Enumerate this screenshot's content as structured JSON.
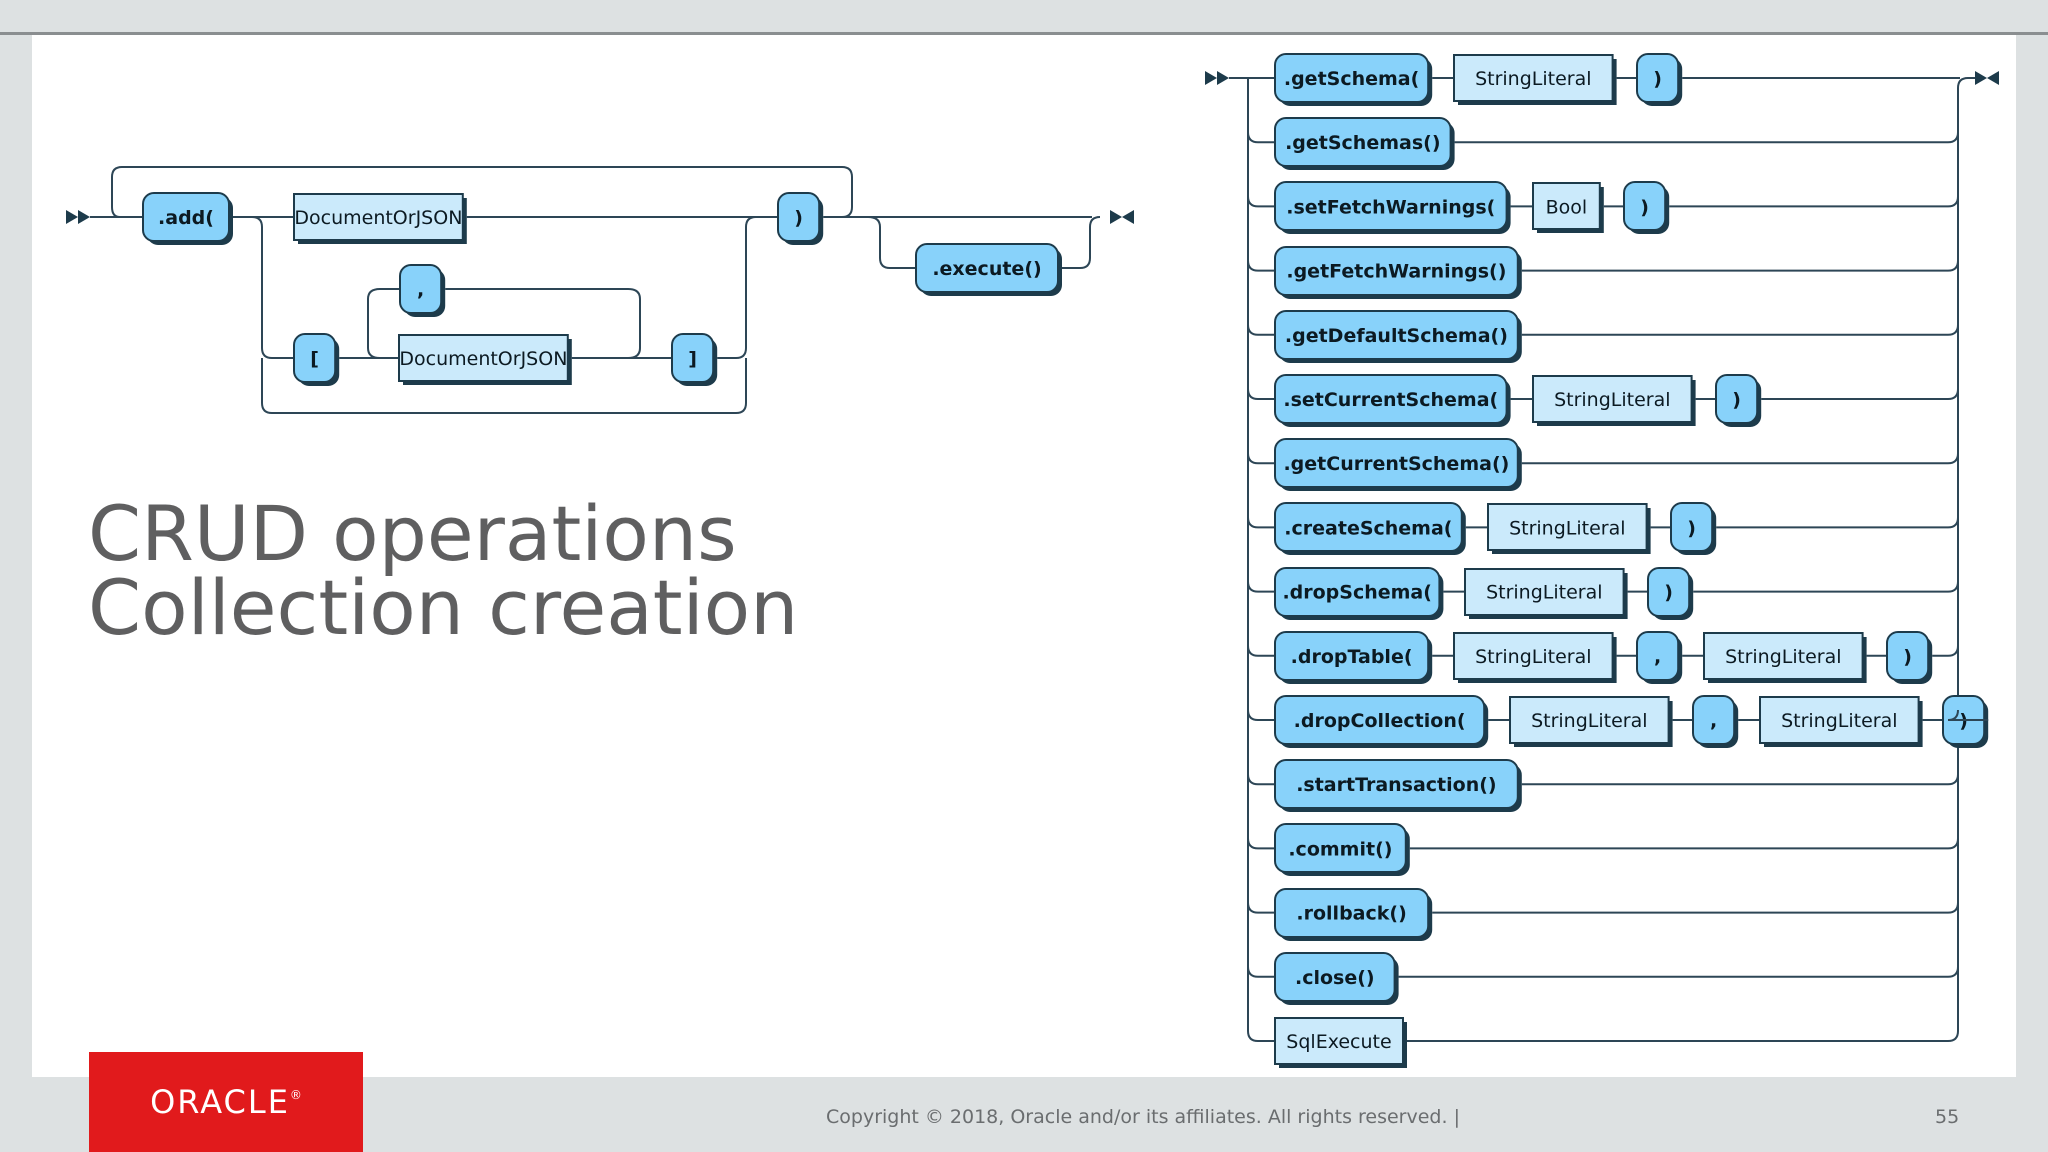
{
  "slide": {
    "title_line1": "CRUD operations",
    "title_line2": "Collection creation",
    "logo_text": "ORACLE",
    "logo_mark": "®",
    "footer": "Copyright © 2018, Oracle and/or its affiliates. All rights reserved.  |",
    "page_number": "55",
    "colors": {
      "terminal_fill": "#88d2fa",
      "nonterminal_fill": "#cbeafb",
      "logo_red": "#e11a1c",
      "title_gray": "#5f5f60"
    }
  },
  "add_diagram": {
    "start": ".add(",
    "document": "DocumentOrJSON",
    "open_bracket": "[",
    "comma": ",",
    "array_document": "DocumentOrJSON",
    "close_bracket": "]",
    "close_paren": ")",
    "execute": ".execute()"
  },
  "session_diagram": {
    "rows": [
      {
        "items": [
          {
            "kind": "terminal",
            "label": ".getSchema("
          },
          {
            "kind": "nonterminal",
            "label": "StringLiteral"
          },
          {
            "kind": "terminal",
            "label": ")"
          }
        ]
      },
      {
        "items": [
          {
            "kind": "terminal",
            "label": ".getSchemas()"
          }
        ]
      },
      {
        "items": [
          {
            "kind": "terminal",
            "label": ".setFetchWarnings("
          },
          {
            "kind": "nonterminal",
            "label": "Bool"
          },
          {
            "kind": "terminal",
            "label": ")"
          }
        ]
      },
      {
        "items": [
          {
            "kind": "terminal",
            "label": ".getFetchWarnings()"
          }
        ]
      },
      {
        "items": [
          {
            "kind": "terminal",
            "label": ".getDefaultSchema()"
          }
        ]
      },
      {
        "items": [
          {
            "kind": "terminal",
            "label": ".setCurrentSchema("
          },
          {
            "kind": "nonterminal",
            "label": "StringLiteral"
          },
          {
            "kind": "terminal",
            "label": ")"
          }
        ]
      },
      {
        "items": [
          {
            "kind": "terminal",
            "label": ".getCurrentSchema()"
          }
        ]
      },
      {
        "items": [
          {
            "kind": "terminal",
            "label": ".createSchema("
          },
          {
            "kind": "nonterminal",
            "label": "StringLiteral"
          },
          {
            "kind": "terminal",
            "label": ")"
          }
        ]
      },
      {
        "items": [
          {
            "kind": "terminal",
            "label": ".dropSchema("
          },
          {
            "kind": "nonterminal",
            "label": "StringLiteral"
          },
          {
            "kind": "terminal",
            "label": ")"
          }
        ]
      },
      {
        "items": [
          {
            "kind": "terminal",
            "label": ".dropTable("
          },
          {
            "kind": "nonterminal",
            "label": "StringLiteral"
          },
          {
            "kind": "terminal",
            "label": ","
          },
          {
            "kind": "nonterminal",
            "label": "StringLiteral"
          },
          {
            "kind": "terminal",
            "label": ")"
          }
        ]
      },
      {
        "items": [
          {
            "kind": "terminal",
            "label": ".dropCollection("
          },
          {
            "kind": "nonterminal",
            "label": "StringLiteral"
          },
          {
            "kind": "terminal",
            "label": ","
          },
          {
            "kind": "nonterminal",
            "label": "StringLiteral"
          },
          {
            "kind": "terminal",
            "label": ")"
          }
        ]
      },
      {
        "items": [
          {
            "kind": "terminal",
            "label": ".startTransaction()"
          }
        ]
      },
      {
        "items": [
          {
            "kind": "terminal",
            "label": ".commit()"
          }
        ]
      },
      {
        "items": [
          {
            "kind": "terminal",
            "label": ".rollback()"
          }
        ]
      },
      {
        "items": [
          {
            "kind": "terminal",
            "label": ".close()"
          }
        ]
      },
      {
        "items": [
          {
            "kind": "nonterminal",
            "label": "SqlExecute"
          }
        ]
      }
    ]
  }
}
